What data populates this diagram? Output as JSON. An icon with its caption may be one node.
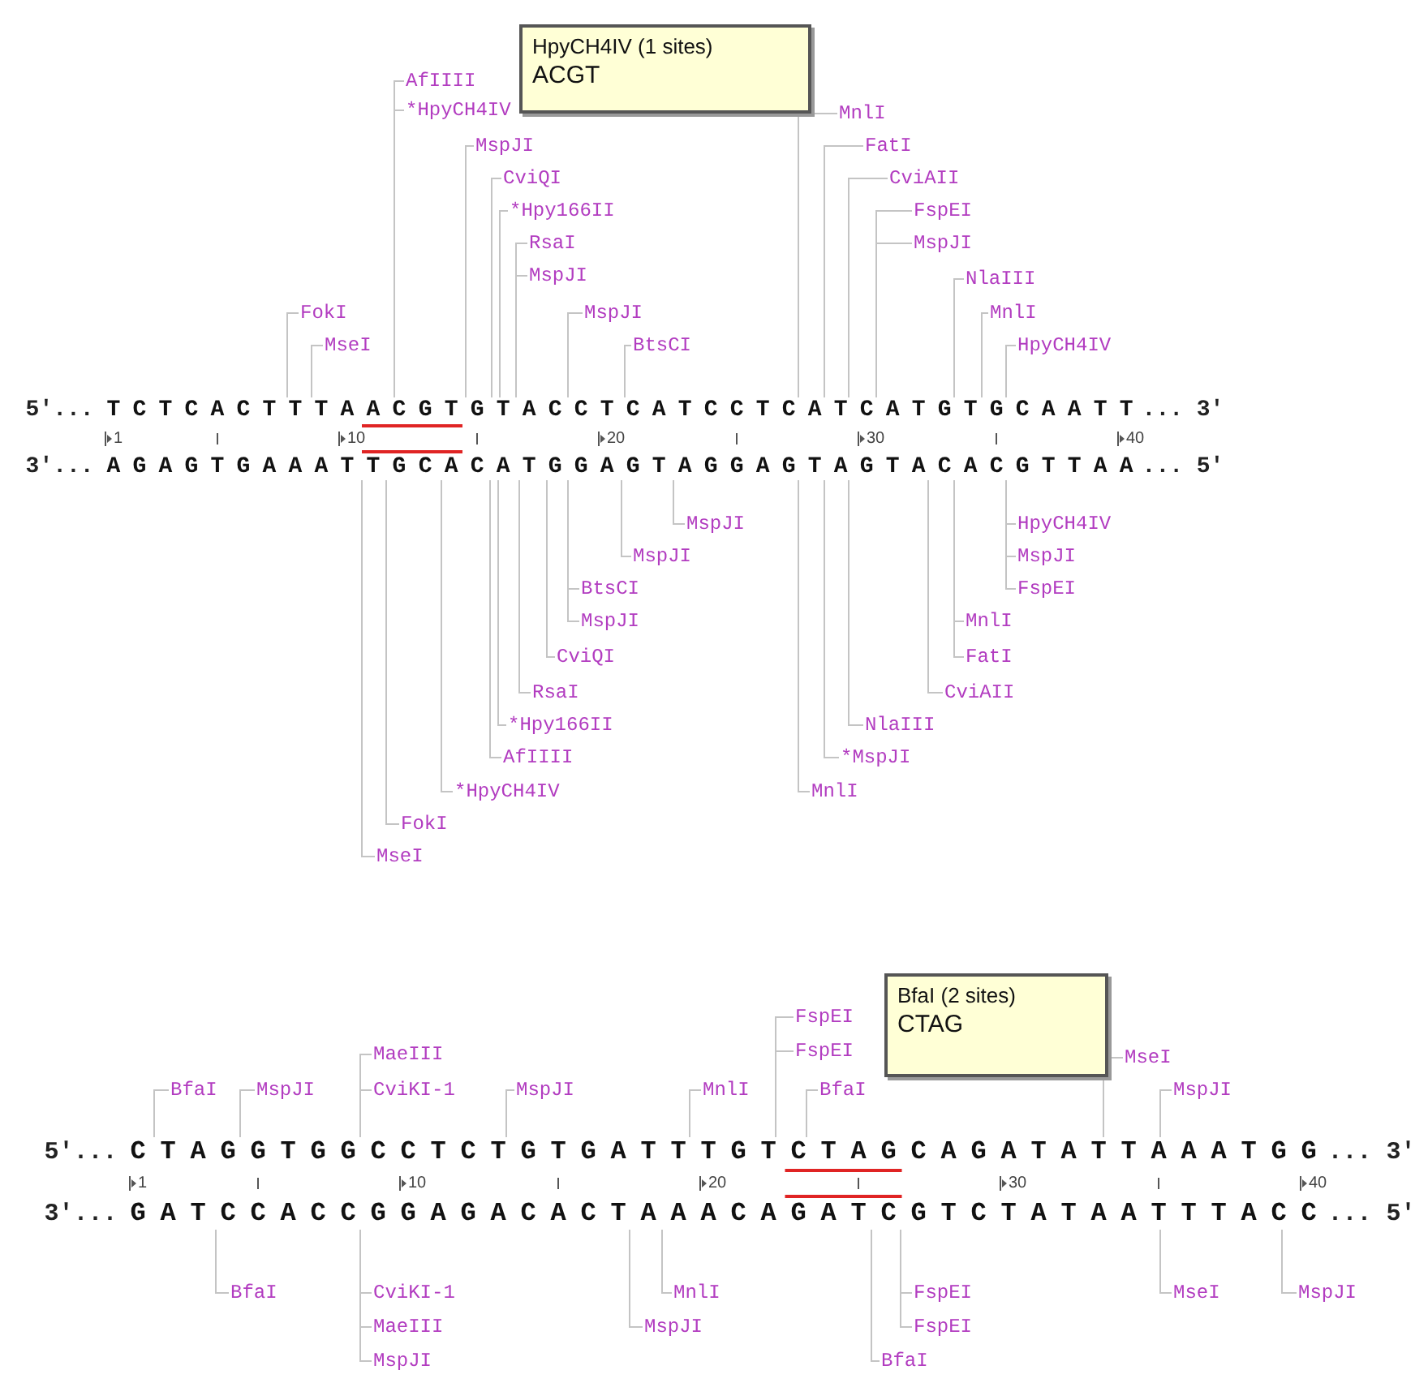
{
  "diagram": {
    "nodes": [
      {
        "text": [
          "HpyCH4IV (1 sites)",
          "ACGT"
        ]
      },
      {
        "text": [
          "AfIIII"
        ]
      },
      {
        "text": [
          "*HpyCH4IV"
        ]
      },
      {
        "text": [
          "MnlI"
        ]
      },
      {
        "text": [
          "MspJI"
        ]
      },
      {
        "text": [
          "FatI"
        ]
      },
      {
        "text": [
          "CviQI"
        ]
      },
      {
        "text": [
          "CviAII"
        ]
      },
      {
        "text": [
          "*Hpy166II"
        ]
      },
      {
        "text": [
          "FspEI"
        ]
      },
      {
        "text": [
          "RsaI"
        ]
      },
      {
        "text": [
          "MspJI"
        ]
      },
      {
        "text": [
          "MspJI"
        ]
      },
      {
        "text": [
          "NlaIII"
        ]
      },
      {
        "text": [
          "FokI"
        ]
      },
      {
        "text": [
          "MspJI"
        ]
      },
      {
        "text": [
          "MnlI"
        ]
      },
      {
        "text": [
          "MseI"
        ]
      },
      {
        "text": [
          "BtsCI"
        ]
      },
      {
        "text": [
          "HpyCH4IV"
        ]
      },
      {
        "text": [
          "TCTCACTTTAACGTGTACCTCATCCTCATCATGTGCAATT"
        ],
        "beside": [
          "5'...",
          "... 3'"
        ]
      },
      {
        "text": [
          "AGAGTGAAATTGCACATGGAGTAGGAGTAGTACACGTTAA"
        ],
        "beside": [
          "3'...",
          "... 5'"
        ]
      },
      {
        "text": [
          "MspJI"
        ]
      },
      {
        "text": [
          "HpyCH4IV"
        ]
      },
      {
        "text": [
          "MspJI"
        ]
      },
      {
        "text": [
          "MspJI"
        ]
      },
      {
        "text": [
          "BtsCI"
        ]
      },
      {
        "text": [
          "FspEI"
        ]
      },
      {
        "text": [
          "MspJI"
        ]
      },
      {
        "text": [
          "MnlI"
        ]
      },
      {
        "text": [
          "CviQI"
        ]
      },
      {
        "text": [
          "FatI"
        ]
      },
      {
        "text": [
          "RsaI"
        ]
      },
      {
        "text": [
          "CviAII"
        ]
      },
      {
        "text": [
          "*Hpy166II"
        ]
      },
      {
        "text": [
          "NlaIII"
        ]
      },
      {
        "text": [
          "AfIIII"
        ]
      },
      {
        "text": [
          "*MspJI"
        ]
      },
      {
        "text": [
          "*HpyCH4IV"
        ]
      },
      {
        "text": [
          "MnlI"
        ]
      },
      {
        "text": [
          "FokI"
        ]
      },
      {
        "text": [
          "MseI"
        ]
      },
      {
        "text": [
          "BfaI (2 sites)",
          "CTAG"
        ]
      },
      {
        "text": [
          "FspEI"
        ]
      },
      {
        "text": [
          "MaeIII"
        ]
      },
      {
        "text": [
          "FspEI"
        ]
      },
      {
        "text": [
          "MseI"
        ]
      },
      {
        "text": [
          "BfaI"
        ]
      },
      {
        "text": [
          "MspJI"
        ]
      },
      {
        "text": [
          "CviKI-1"
        ]
      },
      {
        "text": [
          "MspJI"
        ]
      },
      {
        "text": [
          "MnlI"
        ]
      },
      {
        "text": [
          "BfaI"
        ]
      },
      {
        "text": [
          "MspJI"
        ]
      },
      {
        "text": [
          "CTAGGTGGCCTCTGTGATTTGTCTAGCAGATATTAAATGG"
        ],
        "beside": [
          "5'...",
          "... 3'"
        ]
      },
      {
        "text": [
          "GATCCACCGGAGACACTAAACAGATCGTCTATAATTTACC"
        ],
        "beside": [
          "3'...",
          "... 5'"
        ]
      },
      {
        "text": [
          "BfaI"
        ]
      },
      {
        "text": [
          "CviKI-1"
        ]
      },
      {
        "text": [
          "MnlI"
        ]
      },
      {
        "text": [
          "FspEI"
        ]
      },
      {
        "text": [
          "MseI"
        ]
      },
      {
        "text": [
          "MspJI"
        ]
      },
      {
        "text": [
          "MaeIII"
        ]
      },
      {
        "text": [
          "MspJI"
        ]
      },
      {
        "text": [
          "FspEI"
        ]
      },
      {
        "text": [
          "MspJI"
        ]
      },
      {
        "text": [
          "BfaI"
        ]
      }
    ],
    "edges": [
      {
        "from": 1,
        "to": 20,
        "arrow": "none"
      },
      {
        "from": 2,
        "to": 20,
        "arrow": "none"
      },
      {
        "from": 3,
        "to": 20,
        "arrow": "none"
      },
      {
        "from": 4,
        "to": 20,
        "arrow": "none"
      },
      {
        "from": 5,
        "to": 20,
        "arrow": "none"
      },
      {
        "from": 6,
        "to": 20,
        "arrow": "none"
      },
      {
        "from": 7,
        "to": 20,
        "arrow": "none"
      },
      {
        "from": 8,
        "to": 20,
        "arrow": "none"
      },
      {
        "from": 9,
        "to": 20,
        "arrow": "none"
      },
      {
        "from": 10,
        "to": 20,
        "arrow": "none"
      },
      {
        "from": 11,
        "to": 20,
        "arrow": "none"
      },
      {
        "from": 12,
        "to": 20,
        "arrow": "none"
      },
      {
        "from": 13,
        "to": 20,
        "arrow": "none"
      },
      {
        "from": 14,
        "to": 20,
        "arrow": "none"
      },
      {
        "from": 15,
        "to": 20,
        "arrow": "none"
      },
      {
        "from": 16,
        "to": 20,
        "arrow": "none"
      },
      {
        "from": 17,
        "to": 20,
        "arrow": "none"
      },
      {
        "from": 18,
        "to": 20,
        "arrow": "none"
      },
      {
        "from": 19,
        "to": 20,
        "arrow": "none"
      },
      {
        "from": 22,
        "to": 21,
        "arrow": "none"
      },
      {
        "from": 23,
        "to": 21,
        "arrow": "none"
      },
      {
        "from": 24,
        "to": 21,
        "arrow": "none"
      },
      {
        "from": 25,
        "to": 21,
        "arrow": "none"
      },
      {
        "from": 26,
        "to": 21,
        "arrow": "none"
      },
      {
        "from": 27,
        "to": 21,
        "arrow": "none"
      },
      {
        "from": 28,
        "to": 21,
        "arrow": "none"
      },
      {
        "from": 29,
        "to": 21,
        "arrow": "none"
      },
      {
        "from": 30,
        "to": 21,
        "arrow": "none"
      },
      {
        "from": 31,
        "to": 21,
        "arrow": "none"
      },
      {
        "from": 32,
        "to": 21,
        "arrow": "none"
      },
      {
        "from": 33,
        "to": 21,
        "arrow": "none"
      },
      {
        "from": 34,
        "to": 21,
        "arrow": "none"
      },
      {
        "from": 35,
        "to": 21,
        "arrow": "none"
      },
      {
        "from": 36,
        "to": 21,
        "arrow": "none"
      },
      {
        "from": 37,
        "to": 21,
        "arrow": "none"
      },
      {
        "from": 38,
        "to": 21,
        "arrow": "none"
      },
      {
        "from": 39,
        "to": 21,
        "arrow": "none"
      },
      {
        "from": 40,
        "to": 21,
        "arrow": "none"
      },
      {
        "from": 41,
        "to": 21,
        "arrow": "none"
      },
      {
        "from": 43,
        "to": 54,
        "arrow": "none"
      },
      {
        "from": 44,
        "to": 54,
        "arrow": "none"
      },
      {
        "from": 45,
        "to": 54,
        "arrow": "none"
      },
      {
        "from": 46,
        "to": 54,
        "arrow": "none"
      },
      {
        "from": 47,
        "to": 54,
        "arrow": "none"
      },
      {
        "from": 48,
        "to": 54,
        "arrow": "none"
      },
      {
        "from": 49,
        "to": 54,
        "arrow": "none"
      },
      {
        "from": 50,
        "to": 54,
        "arrow": "none"
      },
      {
        "from": 51,
        "to": 54,
        "arrow": "none"
      },
      {
        "from": 52,
        "to": 54,
        "arrow": "none"
      },
      {
        "from": 53,
        "to": 54,
        "arrow": "none"
      },
      {
        "from": 56,
        "to": 55,
        "arrow": "none"
      },
      {
        "from": 57,
        "to": 55,
        "arrow": "none"
      },
      {
        "from": 58,
        "to": 55,
        "arrow": "none"
      },
      {
        "from": 59,
        "to": 55,
        "arrow": "none"
      },
      {
        "from": 60,
        "to": 55,
        "arrow": "none"
      },
      {
        "from": 61,
        "to": 55,
        "arrow": "none"
      },
      {
        "from": 62,
        "to": 55,
        "arrow": "none"
      },
      {
        "from": 63,
        "to": 55,
        "arrow": "none"
      },
      {
        "from": 64,
        "to": 55,
        "arrow": "none"
      },
      {
        "from": 65,
        "to": 55,
        "arrow": "none"
      },
      {
        "from": 66,
        "to": 55,
        "arrow": "none"
      }
    ],
    "labels": [
      "1",
      "10",
      "20",
      "30",
      "40",
      "1",
      "10",
      "20",
      "30",
      "40"
    ]
  }
}
